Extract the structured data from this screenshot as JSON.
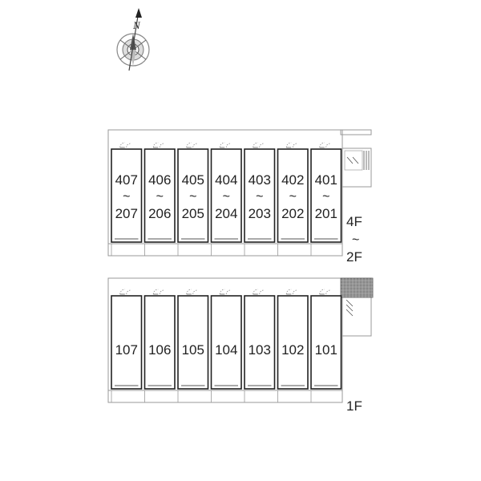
{
  "compass": {
    "letter": "N",
    "icon": "compass-rose-icon"
  },
  "upper_block": {
    "floor_range": {
      "top": "4F",
      "tilde": "~",
      "bottom": "2F"
    },
    "units": [
      {
        "top": "407",
        "tilde": "~",
        "bottom": "207"
      },
      {
        "top": "406",
        "tilde": "~",
        "bottom": "206"
      },
      {
        "top": "405",
        "tilde": "~",
        "bottom": "205"
      },
      {
        "top": "404",
        "tilde": "~",
        "bottom": "204"
      },
      {
        "top": "403",
        "tilde": "~",
        "bottom": "203"
      },
      {
        "top": "402",
        "tilde": "~",
        "bottom": "202"
      },
      {
        "top": "401",
        "tilde": "~",
        "bottom": "201"
      }
    ]
  },
  "lower_block": {
    "floor": "1F",
    "units": [
      "107",
      "106",
      "105",
      "104",
      "103",
      "102",
      "101"
    ]
  }
}
